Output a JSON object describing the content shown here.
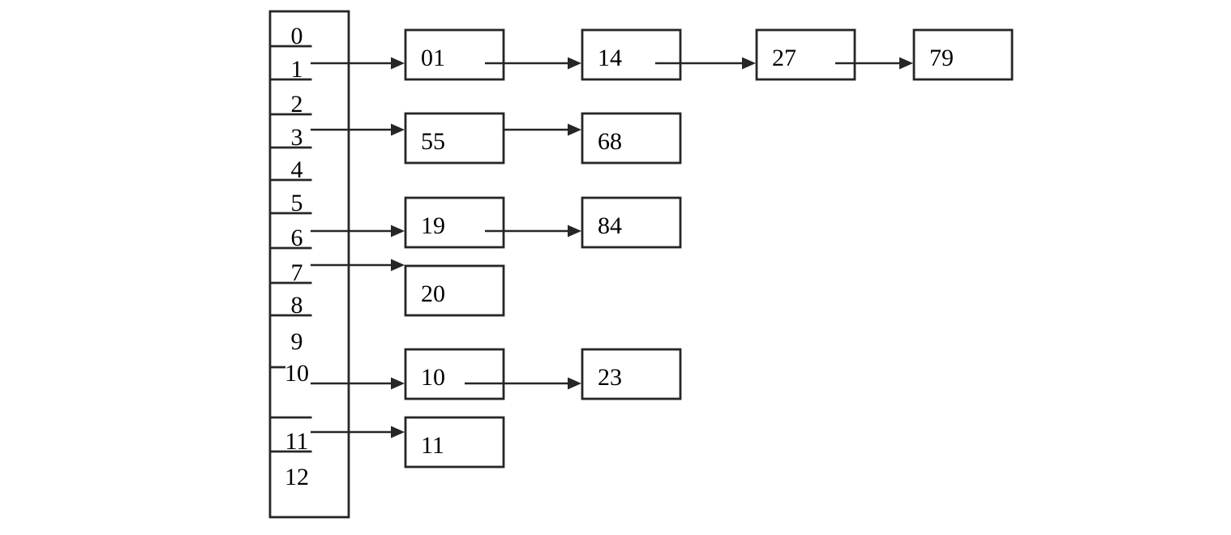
{
  "diagram": {
    "type": "hash-table-with-separate-chaining",
    "background_color": "#ffffff",
    "line_color": "#262626",
    "text_color": "#000000",
    "bucket_array": {
      "slot_labels": [
        "0",
        "1",
        "2",
        "3",
        "4",
        "5",
        "6",
        "7",
        "8",
        "9",
        "10",
        "11",
        "12"
      ]
    },
    "chains": [
      {
        "slot": "1",
        "nodes": [
          "01",
          "14",
          "27",
          "79"
        ]
      },
      {
        "slot": "3",
        "nodes": [
          "55",
          "68"
        ]
      },
      {
        "slot": "6",
        "nodes": [
          "19",
          "84"
        ]
      },
      {
        "slot": "7",
        "nodes": [
          "20"
        ]
      },
      {
        "slot": "10",
        "nodes": [
          "10",
          "23"
        ]
      },
      {
        "slot": "11",
        "nodes": [
          "11"
        ]
      }
    ]
  }
}
